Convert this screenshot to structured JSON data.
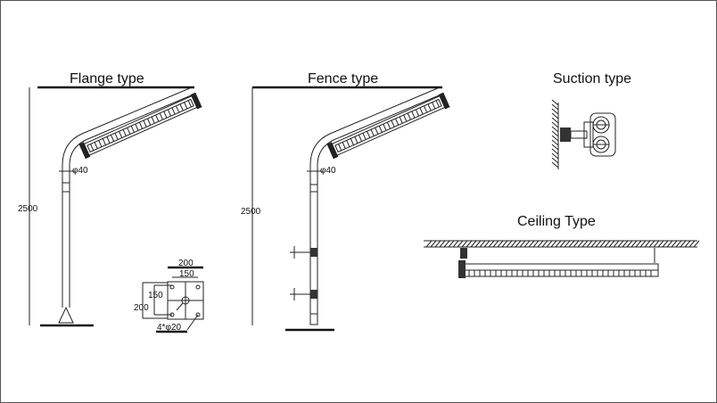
{
  "flange": {
    "title": "Flange type",
    "height_dim": "2500",
    "pipe_dim": "φ40",
    "base": {
      "outer_w": "200",
      "hole_w": "150",
      "hole_h": "150",
      "outer_h": "200",
      "holes": "4*φ20"
    }
  },
  "fence": {
    "title": "Fence type",
    "height_dim": "2500",
    "pipe_dim": "φ40"
  },
  "suction": {
    "title": "Suction type"
  },
  "ceiling": {
    "title": "Ceiling  Type"
  }
}
